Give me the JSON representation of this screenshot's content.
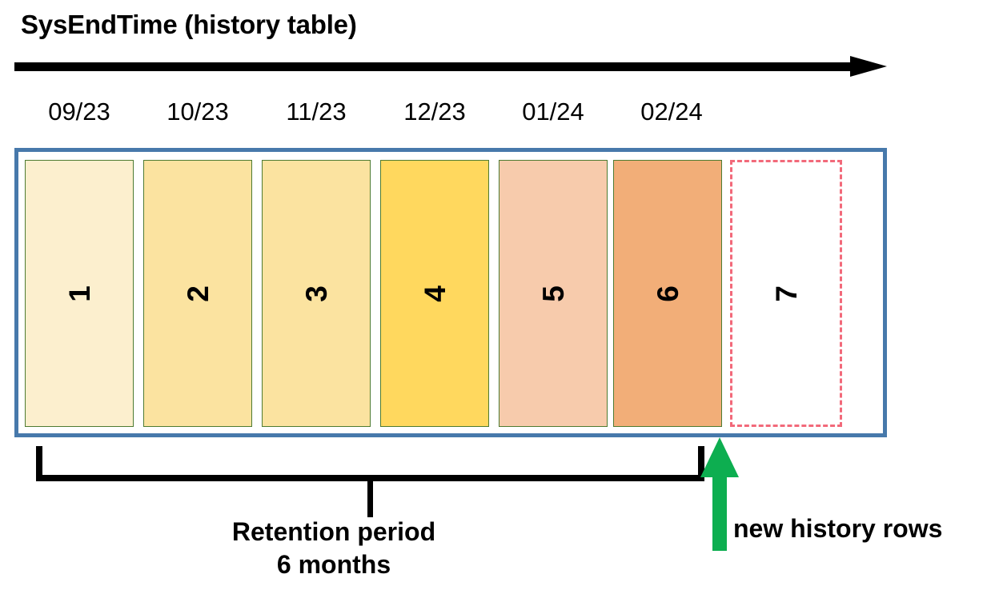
{
  "diagram": {
    "title": "SysEndTime (history table)",
    "timeline": {
      "icon": "right-arrow-icon",
      "direction": "right"
    },
    "month_labels": [
      "09/23",
      "10/23",
      "11/23",
      "12/23",
      "01/24",
      "02/24"
    ],
    "partitions": [
      {
        "label": "1",
        "month": "09/23",
        "fill": "#FCEFCE",
        "border": "#4E7B32",
        "state": "existing"
      },
      {
        "label": "2",
        "month": "10/23",
        "fill": "#FBE3A0",
        "border": "#4E7B32",
        "state": "existing"
      },
      {
        "label": "3",
        "month": "11/23",
        "fill": "#FBE3A0",
        "border": "#4E7B32",
        "state": "existing"
      },
      {
        "label": "4",
        "month": "12/23",
        "fill": "#FFD85E",
        "border": "#4E7B32",
        "state": "existing"
      },
      {
        "label": "5",
        "month": "01/24",
        "fill": "#F7CBAC",
        "border": "#4E7B32",
        "state": "existing"
      },
      {
        "label": "6",
        "month": "02/24",
        "fill": "#F2AE78",
        "border": "#4E7B32",
        "state": "existing"
      },
      {
        "label": "7",
        "month": "",
        "fill": "#FFFFFF",
        "border": "#F2697A",
        "state": "pending"
      }
    ],
    "container": {
      "border_color": "#4779AB"
    },
    "retention": {
      "line1": "Retention period",
      "line2": "6 months",
      "months": 6,
      "covers_partitions": [
        "1",
        "2",
        "3",
        "4",
        "5",
        "6"
      ]
    },
    "new_rows": {
      "label": "new history rows",
      "arrow_color": "#0DAE50",
      "points_to_partition": "7"
    }
  }
}
